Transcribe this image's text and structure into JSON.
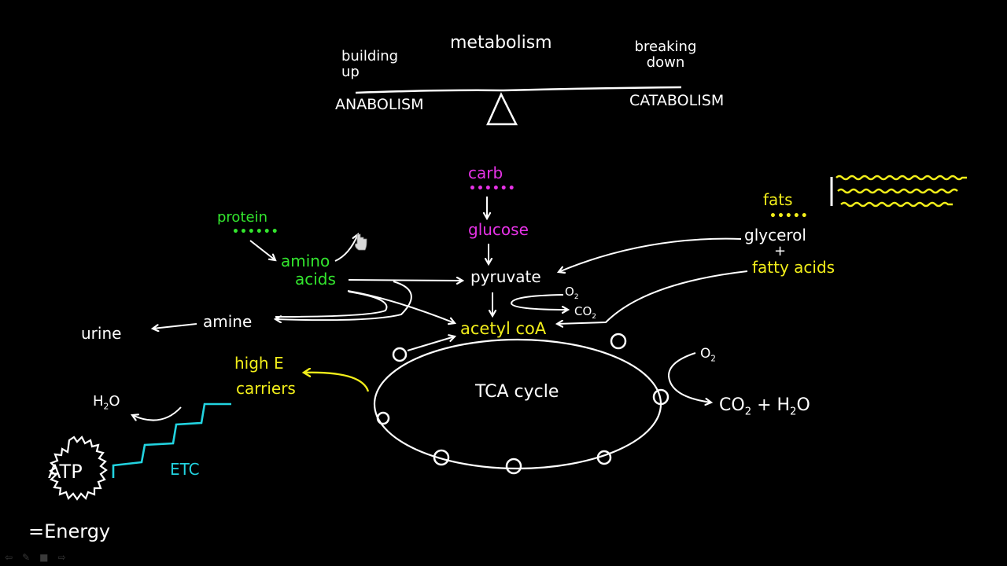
{
  "title": "metabolism",
  "balance": {
    "left_note": "building up",
    "left_label": "ANABOLISM",
    "right_note": "breaking down",
    "right_label": "CATABOLISM"
  },
  "colors": {
    "white": "#ffffff",
    "protein_green": "#33e62e",
    "carb_magenta": "#e632e6",
    "fat_yellow": "#f2ee1a",
    "etc_cyan": "#22d3e0"
  },
  "nodes": {
    "carb": "carb",
    "carb_dots": "••••••",
    "glucose": "glucose",
    "protein": "protein",
    "protein_dots": "••••••",
    "amino": "amino",
    "acids": "acids",
    "pyruvate": "pyruvate",
    "acetyl_coa": "acetyl coA",
    "fats": "fats",
    "fats_dots": "•••••",
    "glycerol": "glycerol",
    "plus": "+",
    "fatty_acids": "fatty acids",
    "amine": "amine",
    "urine": "urine",
    "o2_top": "O",
    "o2_top_sub": "2",
    "co2_top": "CO",
    "co2_top_sub": "2",
    "tca_cycle": "TCA cycle",
    "o2_right": "O",
    "o2_right_sub": "2",
    "co2_h2o_a": "CO",
    "co2_h2o_sub1": "2",
    "co2_h2o_b": " + H",
    "co2_h2o_sub2": "2",
    "co2_h2o_c": "O",
    "high_e_1": "high E",
    "high_e_2": "carriers",
    "h2o_a": "H",
    "h2o_sub": "2",
    "h2o_b": "O",
    "etc": "ETC",
    "atp": "ATP",
    "energy": "=Energy"
  },
  "toolbar": {
    "back_icon": "⇦",
    "pen_icon": "✎",
    "screen_icon": "■",
    "forward_icon": "⇨"
  }
}
